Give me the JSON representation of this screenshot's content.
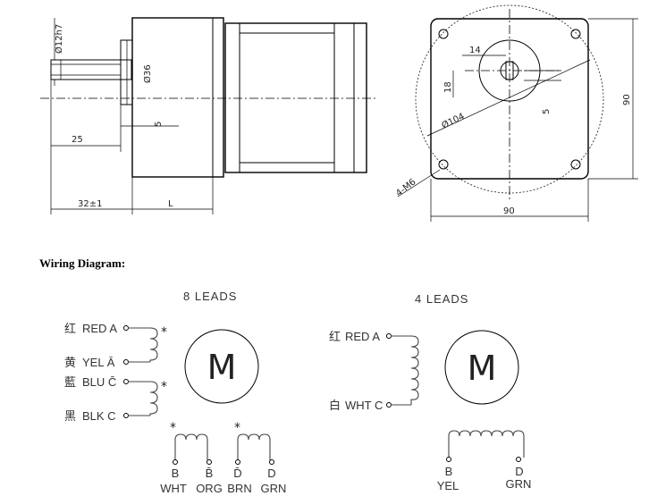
{
  "drawing": {
    "dims": {
      "shaft_dia": "Ø12h7",
      "boss_dia": "Ø36",
      "boss_len": "5",
      "shaft_len": "25",
      "shaft_total": "32±1",
      "body_len": "L",
      "key_width": "14",
      "key_height": "18",
      "key_depth": "5",
      "bolt_circle": "Ø104",
      "holes": "4-M6",
      "flange_w": "90",
      "flange_h": "90"
    }
  },
  "wiring": {
    "title": "Wiring Diagram:",
    "eight": {
      "title": "8 LEADS",
      "motor": "M",
      "leads": [
        {
          "cn": "红",
          "label": "RED A"
        },
        {
          "cn": "黄",
          "label": "YEL Ā"
        },
        {
          "cn": "藍",
          "label": "BLU C̄"
        },
        {
          "cn": "黑",
          "label": "BLK C"
        }
      ],
      "star1": "*",
      "star2": "*",
      "star3": "*",
      "star4": "*",
      "bottom_letters": [
        "B",
        "B̄",
        "D̄",
        "D"
      ],
      "bottom_colors": [
        "WHT",
        "ORG",
        "BRN",
        "GRN"
      ]
    },
    "four": {
      "title": "4 LEADS",
      "motor": "M",
      "leads": [
        {
          "cn": "红",
          "label": "RED A"
        },
        {
          "cn": "白",
          "label": "WHT C"
        }
      ],
      "bottom_letters": [
        "B",
        "D"
      ],
      "bottom_colors": [
        "YEL",
        "GRN"
      ]
    }
  }
}
